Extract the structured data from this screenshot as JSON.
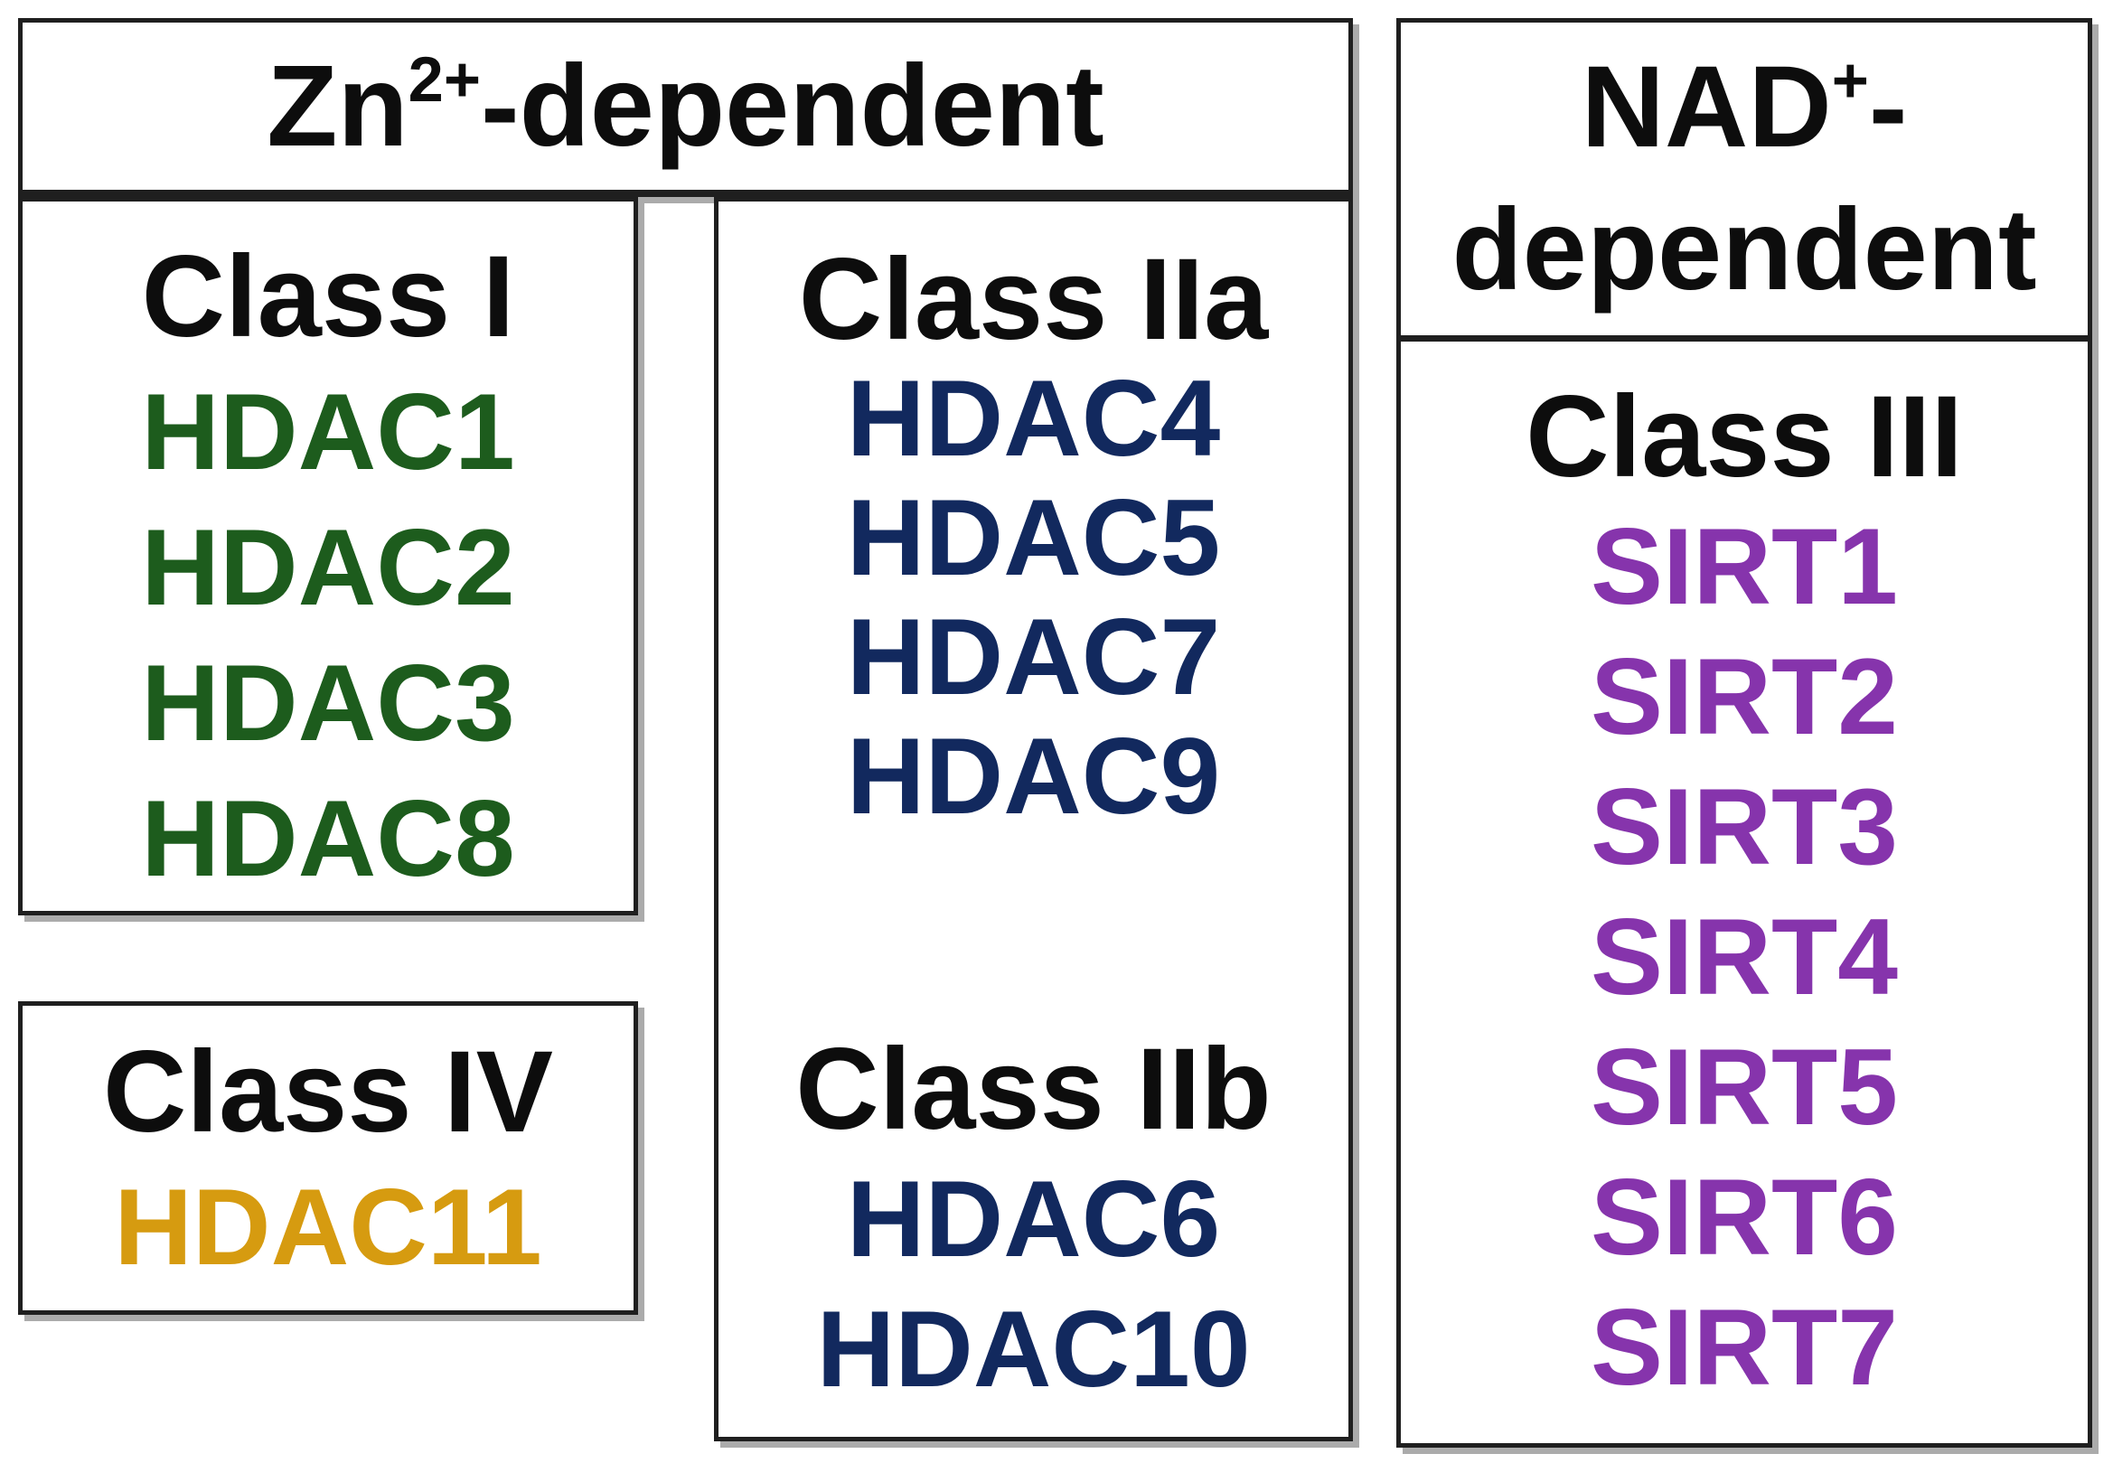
{
  "colors": {
    "class_i_items": "#1d5c1d",
    "class_ii_items": "#12295e",
    "class_iv_items": "#d69b10",
    "class_iii_items": "#8634ac",
    "heading_text": "#0d0d0d",
    "box_border": "#1f1f1f"
  },
  "zn_group": {
    "title": {
      "base": "Zn",
      "superscript": "2+",
      "suffix": "-dependent"
    },
    "class_i": {
      "label": "Class I",
      "items": [
        "HDAC1",
        "HDAC2",
        "HDAC3",
        "HDAC8"
      ]
    },
    "class_iia": {
      "label": "Class IIa",
      "items": [
        "HDAC4",
        "HDAC5",
        "HDAC7",
        "HDAC9"
      ]
    },
    "class_iib": {
      "label": "Class IIb",
      "items": [
        "HDAC6",
        "HDAC10"
      ]
    },
    "class_iv": {
      "label": "Class IV",
      "items": [
        "HDAC11"
      ]
    }
  },
  "nad_group": {
    "title": {
      "base": "NAD",
      "superscript": "+",
      "hyphen": "-",
      "line2": "dependent"
    },
    "class_iii": {
      "label": "Class III",
      "items": [
        "SIRT1",
        "SIRT2",
        "SIRT3",
        "SIRT4",
        "SIRT5",
        "SIRT6",
        "SIRT7"
      ]
    }
  }
}
